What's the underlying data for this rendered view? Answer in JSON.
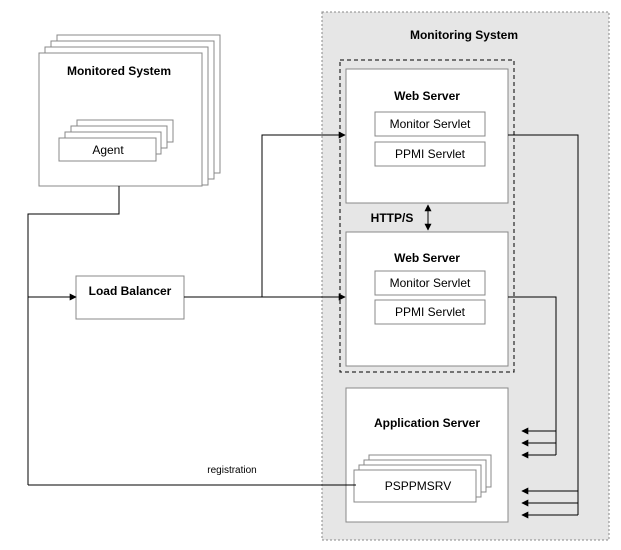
{
  "monitoring_system": {
    "title": "Monitoring System"
  },
  "monitored_system": {
    "title": "Monitored System",
    "agent_label": "Agent"
  },
  "load_balancer": {
    "label": "Load Balancer"
  },
  "web_server_top": {
    "title": "Web Server",
    "servlets": [
      "Monitor Servlet",
      "PPMI Servlet"
    ]
  },
  "web_server_bottom": {
    "title": "Web Server",
    "servlets": [
      "Monitor Servlet",
      "PPMI Servlet"
    ]
  },
  "protocol_label": "HTTP/S",
  "application_server": {
    "title": "Application Server",
    "process_label": "PSPPMSRV"
  },
  "registration_label": "registration"
}
